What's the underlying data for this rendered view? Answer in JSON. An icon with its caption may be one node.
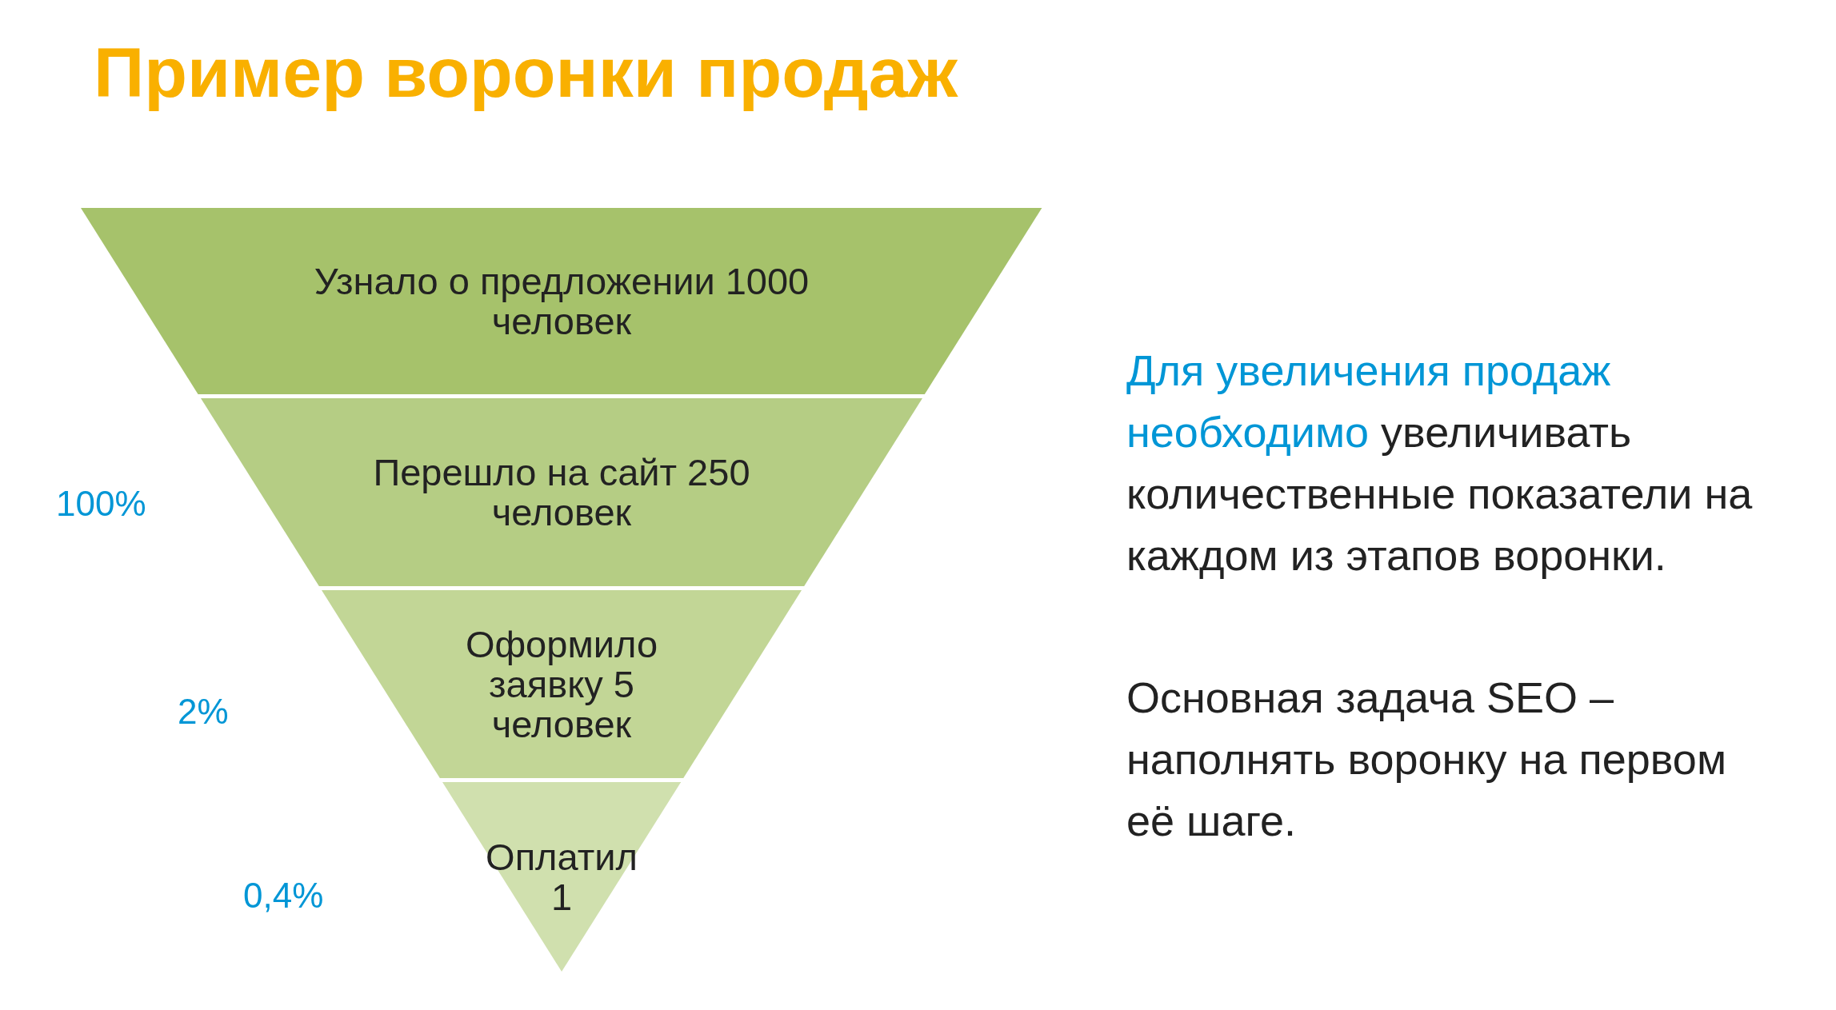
{
  "diagram": {
    "title": "Пример воронки продаж",
    "nodes": [
      {
        "text": [
          "Узнало о предложении 1000 человек"
        ]
      },
      {
        "text": [
          "Перешло на сайт 250 человек"
        ]
      },
      {
        "text": [
          "Оформило заявку 5 человек"
        ]
      },
      {
        "text": [
          "Оплатил 1"
        ]
      }
    ],
    "labels": [
      "100%",
      "2%",
      "0,4%",
      "**Для увеличения продаж необходимо** увеличивать количественные показатели на каждом из этапов воронки.",
      "Основная задача SEO – наполнять воронку на первом её шаге."
    ]
  }
}
